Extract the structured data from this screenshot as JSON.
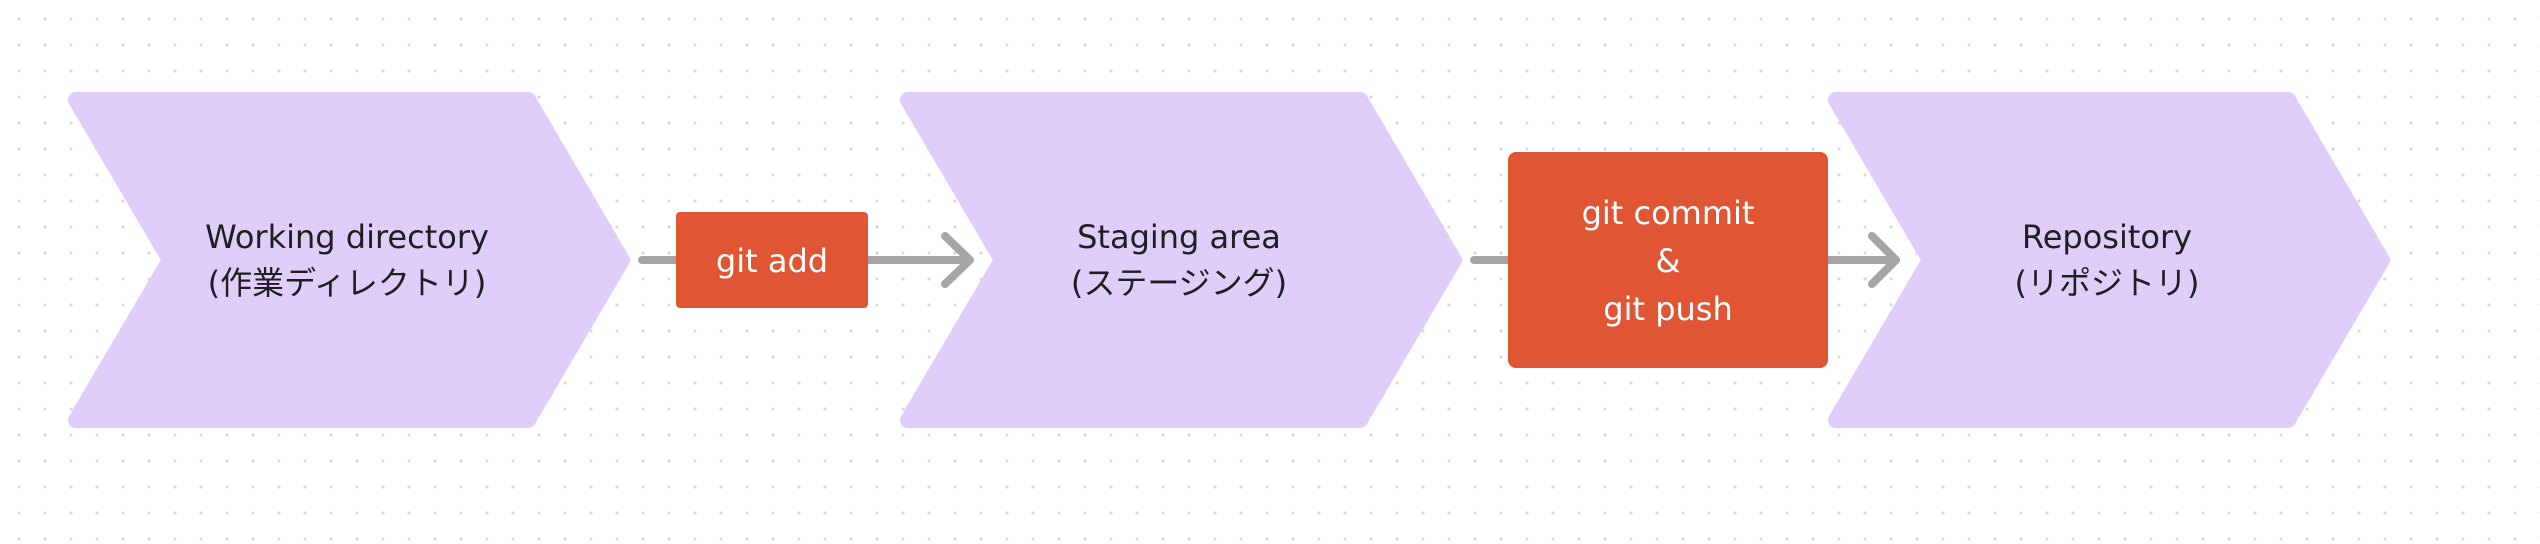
{
  "stages": [
    {
      "line1": "Working directory",
      "line2": "(作業ディレクトリ)"
    },
    {
      "line1": "Staging area",
      "line2": "(ステージング)"
    },
    {
      "line1": "Repository",
      "line2": "(リポジトリ)"
    }
  ],
  "commands": [
    {
      "lines": [
        "git add"
      ]
    },
    {
      "lines": [
        "git commit",
        "&",
        "git push"
      ]
    }
  ],
  "colors": {
    "stage_fill": "#dfcdfa",
    "command_fill": "#e05533",
    "connector": "#a6a6a6",
    "background_dots": "#d9d9d9"
  }
}
